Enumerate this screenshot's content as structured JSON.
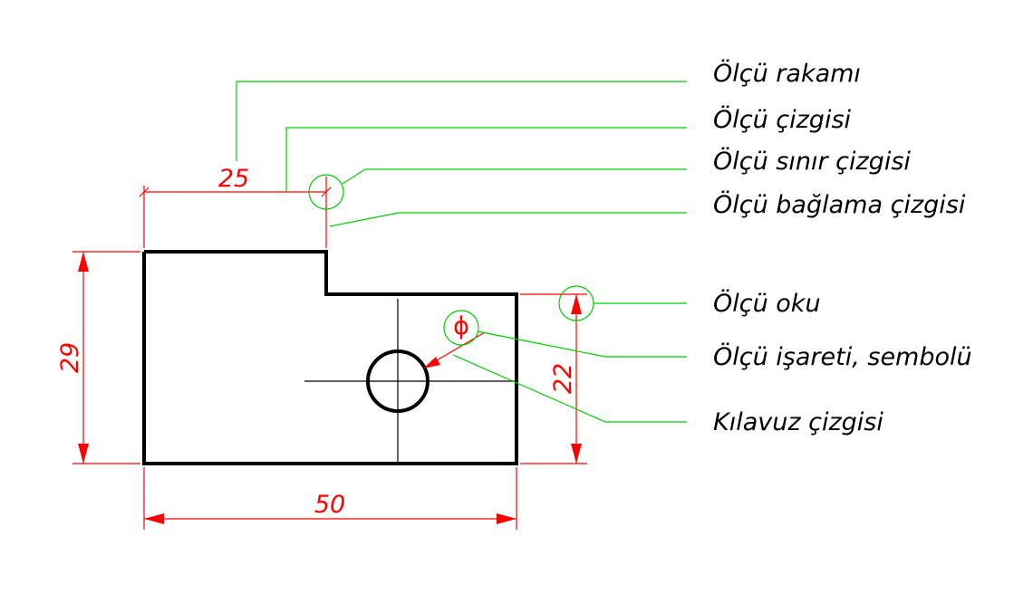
{
  "labels": {
    "olcu_rakami": "Ölçü rakamı",
    "olcu_cizgisi": "Ölçü çizgisi",
    "olcu_sinir_cizgisi": "Ölçü sınır çizgisi",
    "olcu_baglama_cizgisi": "Ölçü bağlama çizgisi",
    "olcu_oku": "Ölçü oku",
    "olcu_isareti_sembolu": "Ölçü işareti, sembolü",
    "kilavuz_cizgisi": "Kılavuz çizgisi"
  },
  "dimensions": {
    "top_width": "25",
    "bottom_width": "50",
    "left_height": "29",
    "right_height": "22",
    "diameter_symbol": "ϕ"
  },
  "colors": {
    "part": "#000000",
    "dimension": "#ff0000",
    "annotation": "#00cc00",
    "label_text": "#000000"
  }
}
